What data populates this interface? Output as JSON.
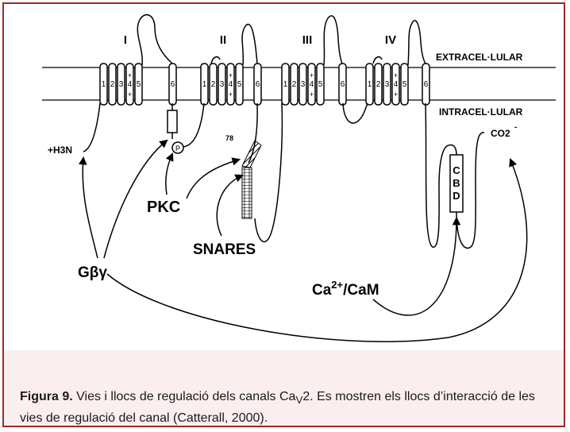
{
  "diagram": {
    "domain_labels": [
      "I",
      "II",
      "III",
      "IV"
    ],
    "extracellular_label": "EXTRACEL·LULAR",
    "intracellular_label": "INTRACEL·LULAR",
    "segment_labels": [
      "1",
      "2",
      "3",
      "4",
      "5",
      "6"
    ],
    "n_terminus": "+H3N",
    "c_terminus": "CO2",
    "c_terminus_charge": "-",
    "p_site": "P",
    "loop_number": "78",
    "cbd_letters": [
      "C",
      "B",
      "D"
    ],
    "regulators": {
      "pkc": "PKC",
      "snares": "SNARES",
      "gbg": "Gβγ",
      "ca_cam_prefix": "Ca",
      "ca_cam_sup": "2+",
      "ca_cam_suffix": "/CaM"
    }
  },
  "caption": {
    "lead": "Figura 9.",
    "text": "Vies i llocs de regulació dels canals Ca",
    "subscript": "V",
    "text2": "2. Es mostren els llocs d’interacció de les vies de regulació del canal (Catterall, 2000)."
  },
  "colors": {
    "border": "#9b2a2a",
    "caption_background": "#fbeeee",
    "ink": "#000000"
  }
}
